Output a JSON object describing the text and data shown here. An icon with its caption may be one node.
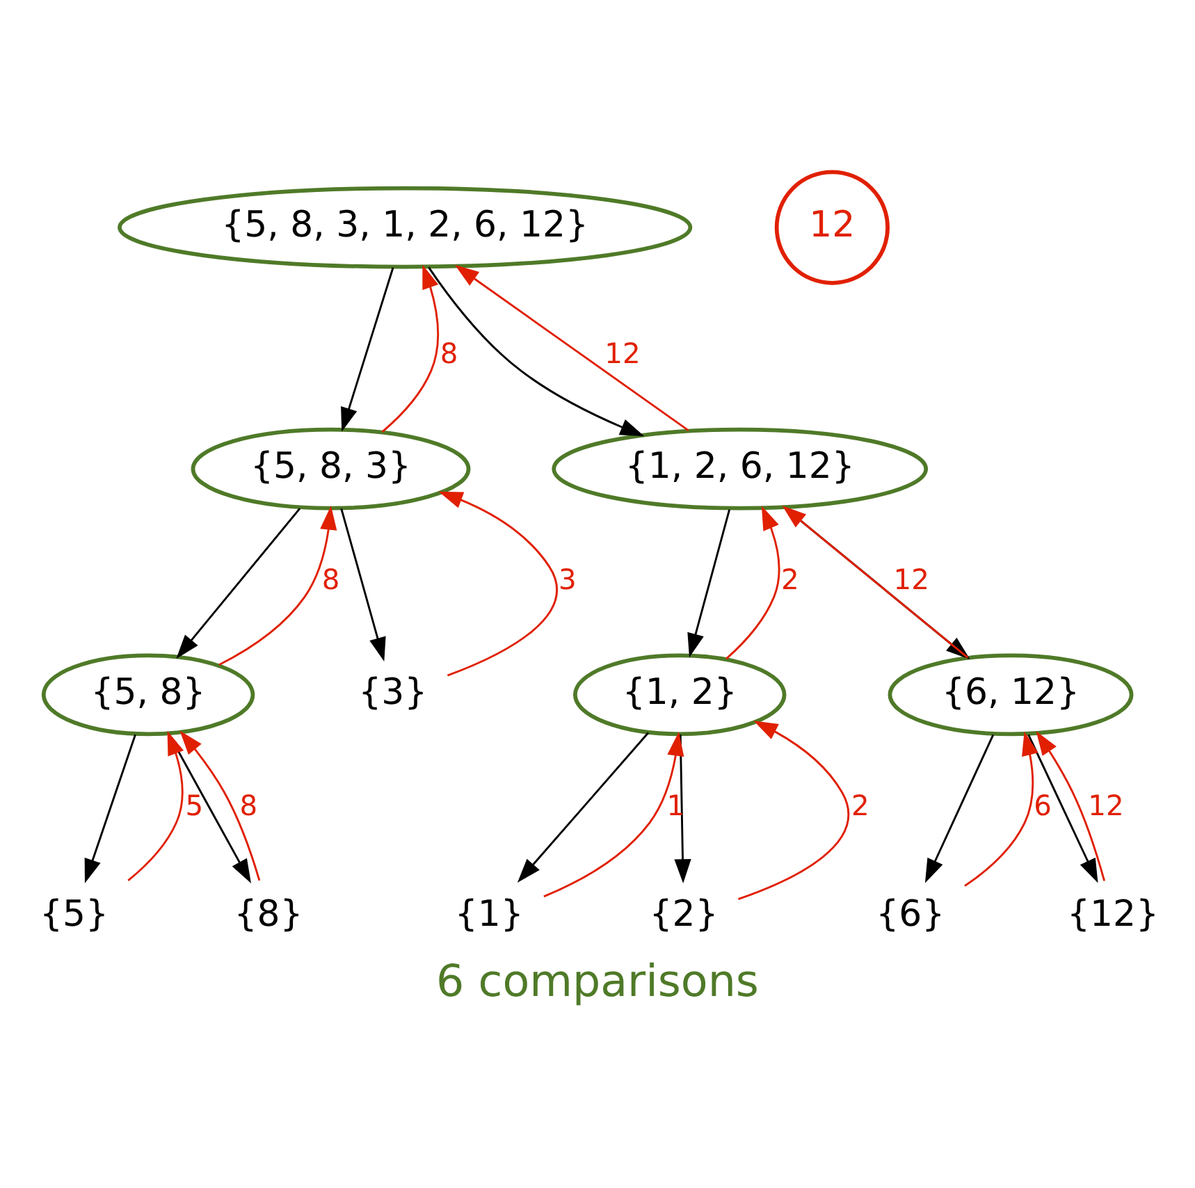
{
  "diagram": {
    "caption": "6 comparisons",
    "nodes": [
      {
        "text": [
          "{5, 8, 3, 1, 2, 6, 12}"
        ]
      },
      {
        "text": [
          "12"
        ]
      },
      {
        "text": [
          "{5, 8, 3}"
        ]
      },
      {
        "text": [
          "{1, 2, 6, 12}"
        ]
      },
      {
        "text": [
          "{5, 8}"
        ]
      },
      {
        "text": [
          "{3}"
        ]
      },
      {
        "text": [
          "{1, 2}"
        ]
      },
      {
        "text": [
          "{6, 12}"
        ]
      },
      {
        "text": [
          "{5}"
        ]
      },
      {
        "text": [
          "{8}"
        ]
      },
      {
        "text": [
          "{1}"
        ]
      },
      {
        "text": [
          "{2}"
        ]
      },
      {
        "text": [
          "{6}"
        ]
      },
      {
        "text": [
          "{12}"
        ]
      }
    ],
    "edges": [
      {
        "from": 0,
        "to": 2,
        "arrow": "to"
      },
      {
        "from": 2,
        "to": 0,
        "arrow": "to",
        "label": "8",
        "color": "#e02000"
      },
      {
        "from": 0,
        "to": 3,
        "arrow": "to"
      },
      {
        "from": 3,
        "to": 0,
        "arrow": "to",
        "label": "12",
        "color": "#e02000"
      },
      {
        "from": 2,
        "to": 4,
        "arrow": "to"
      },
      {
        "from": 4,
        "to": 2,
        "arrow": "to",
        "label": "8",
        "color": "#e02000"
      },
      {
        "from": 2,
        "to": 5,
        "arrow": "to"
      },
      {
        "from": 5,
        "to": 2,
        "arrow": "to",
        "label": "3",
        "color": "#e02000"
      },
      {
        "from": 3,
        "to": 6,
        "arrow": "to"
      },
      {
        "from": 6,
        "to": 3,
        "arrow": "to",
        "label": "2",
        "color": "#e02000"
      },
      {
        "from": 3,
        "to": 7,
        "arrow": "to"
      },
      {
        "from": 7,
        "to": 3,
        "arrow": "to",
        "label": "12",
        "color": "#e02000"
      },
      {
        "from": 4,
        "to": 8,
        "arrow": "to"
      },
      {
        "from": 8,
        "to": 4,
        "arrow": "to",
        "label": "5",
        "color": "#e02000"
      },
      {
        "from": 4,
        "to": 9,
        "arrow": "to"
      },
      {
        "from": 9,
        "to": 4,
        "arrow": "to",
        "label": "8",
        "color": "#e02000"
      },
      {
        "from": 6,
        "to": 10,
        "arrow": "to"
      },
      {
        "from": 10,
        "to": 6,
        "arrow": "to",
        "label": "1",
        "color": "#e02000"
      },
      {
        "from": 6,
        "to": 11,
        "arrow": "to"
      },
      {
        "from": 11,
        "to": 6,
        "arrow": "to",
        "label": "2",
        "color": "#e02000"
      },
      {
        "from": 7,
        "to": 12,
        "arrow": "to"
      },
      {
        "from": 12,
        "to": 7,
        "arrow": "to",
        "label": "6",
        "color": "#e02000"
      },
      {
        "from": 7,
        "to": 13,
        "arrow": "to"
      },
      {
        "from": 13,
        "to": 7,
        "arrow": "to",
        "label": "12",
        "color": "#e02000"
      }
    ]
  }
}
